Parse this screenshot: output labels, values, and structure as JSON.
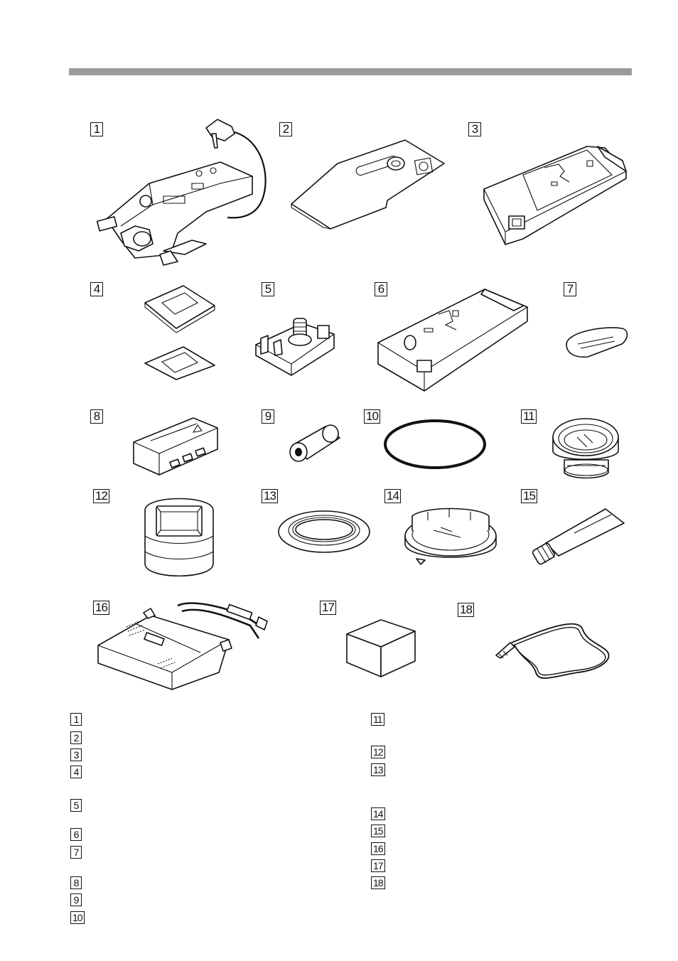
{
  "figure_labels": [
    "1",
    "2",
    "3",
    "4",
    "5",
    "6",
    "7",
    "8",
    "9",
    "10",
    "11",
    "12",
    "13",
    "14",
    "15",
    "16",
    "17",
    "18"
  ],
  "list_left": [
    "1",
    "2",
    "3",
    "4",
    "5",
    "6",
    "7",
    "8",
    "9",
    "10"
  ],
  "list_right": [
    "11",
    "12",
    "13",
    "14",
    "15",
    "16",
    "17",
    "18"
  ]
}
